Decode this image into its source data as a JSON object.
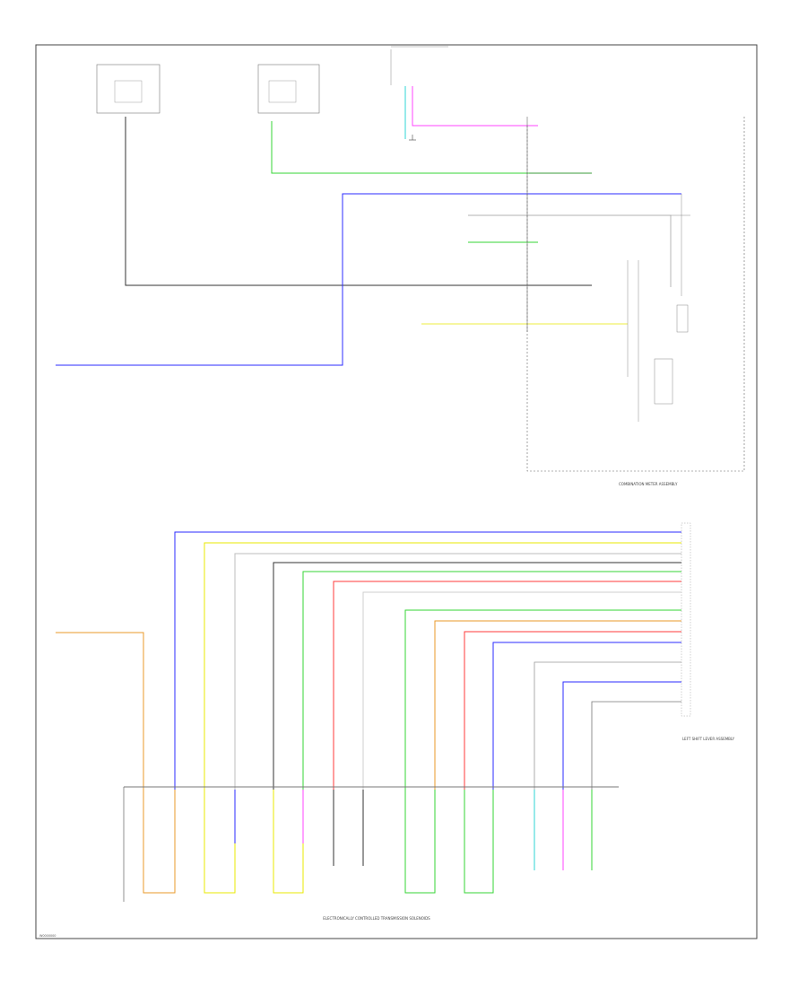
{
  "diagram_code": "W0000000",
  "modules": {
    "ground_bottom": "ELECTRONICALLY CONTROLLED TRANSMISSION SOLENOIDS",
    "combination_meter": "COMBINATION METER ASSEMBLY",
    "shift_switch": "LEFT SHIFT LEVER ASSEMBLY"
  },
  "wire_colors": {
    "blue": "#2b2bff",
    "yellow": "#e8e800",
    "gray": "#bdbdbd",
    "black": "#333333",
    "green": "#36d636",
    "red": "#ff3a3a",
    "orange": "#e89a2a",
    "pink": "#ff44ff",
    "cyan": "#2fd6d6",
    "white": "#dcdcdc"
  },
  "icons": [
    "ground-symbol-icon",
    "connector-pin-icon"
  ]
}
